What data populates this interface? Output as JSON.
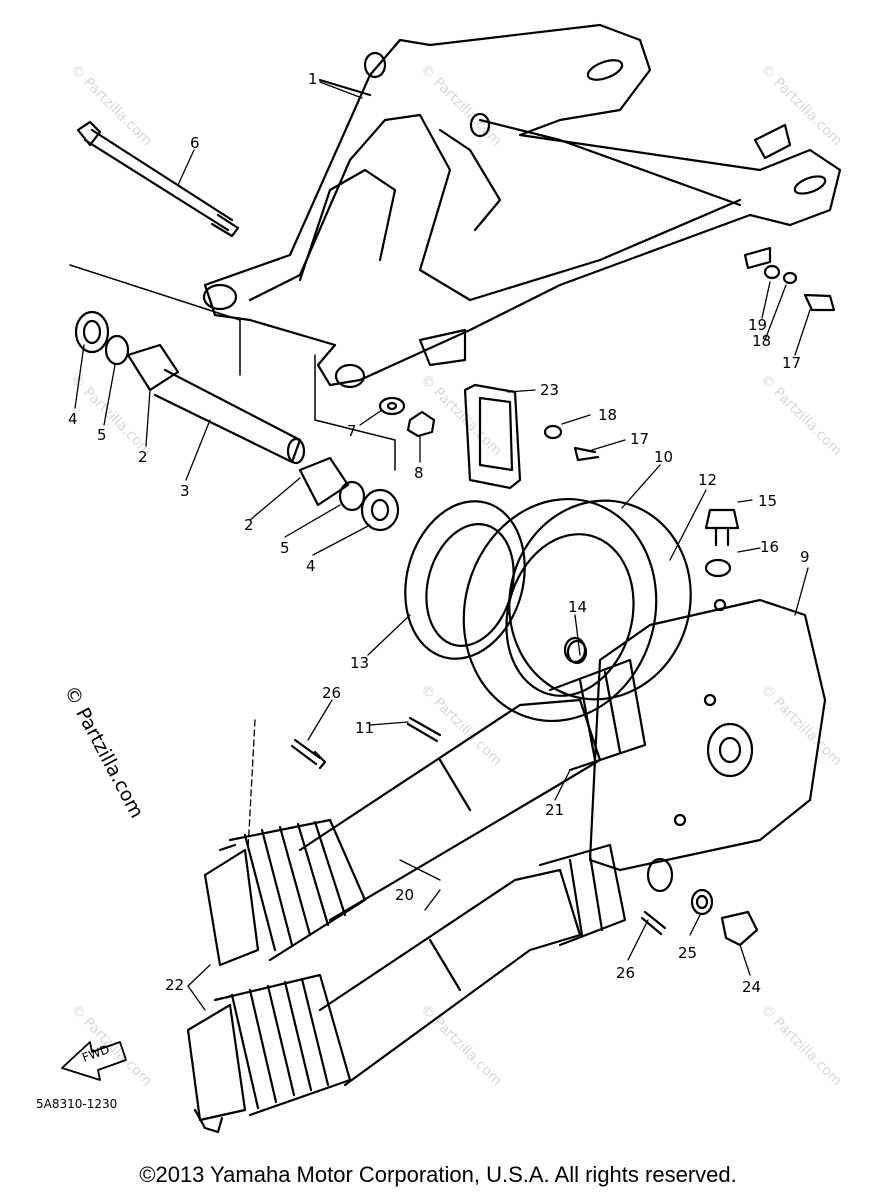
{
  "diagram": {
    "watermark": "© Partzilla.com",
    "side_watermark": "© Partzilla.com",
    "fwd_label": "FWD",
    "diagram_code": "5A8310-1230",
    "callouts": [
      {
        "id": "c1",
        "text": "1"
      },
      {
        "id": "c6",
        "text": "6"
      },
      {
        "id": "c4a",
        "text": "4"
      },
      {
        "id": "c5a",
        "text": "5"
      },
      {
        "id": "c2a",
        "text": "2"
      },
      {
        "id": "c3",
        "text": "3"
      },
      {
        "id": "c2b",
        "text": "2"
      },
      {
        "id": "c5b",
        "text": "5"
      },
      {
        "id": "c4b",
        "text": "4"
      },
      {
        "id": "c7",
        "text": "7"
      },
      {
        "id": "c8",
        "text": "8"
      },
      {
        "id": "c23",
        "text": "23"
      },
      {
        "id": "c18a",
        "text": "18"
      },
      {
        "id": "c17a",
        "text": "17"
      },
      {
        "id": "c19",
        "text": "19"
      },
      {
        "id": "c18b",
        "text": "18"
      },
      {
        "id": "c17b",
        "text": "17"
      },
      {
        "id": "c10",
        "text": "10"
      },
      {
        "id": "c12",
        "text": "12"
      },
      {
        "id": "c15",
        "text": "15"
      },
      {
        "id": "c16",
        "text": "16"
      },
      {
        "id": "c9",
        "text": "9"
      },
      {
        "id": "c13",
        "text": "13"
      },
      {
        "id": "c14",
        "text": "14"
      },
      {
        "id": "c26a",
        "text": "26"
      },
      {
        "id": "c11",
        "text": "11"
      },
      {
        "id": "c21",
        "text": "21"
      },
      {
        "id": "c20",
        "text": "20"
      },
      {
        "id": "c22",
        "text": "22"
      },
      {
        "id": "c26b",
        "text": "26"
      },
      {
        "id": "c25",
        "text": "25"
      },
      {
        "id": "c24",
        "text": "24"
      }
    ]
  },
  "footer": {
    "copyright": "©2013  Yamaha Motor Corporation, U.S.A. All rights reserved."
  }
}
